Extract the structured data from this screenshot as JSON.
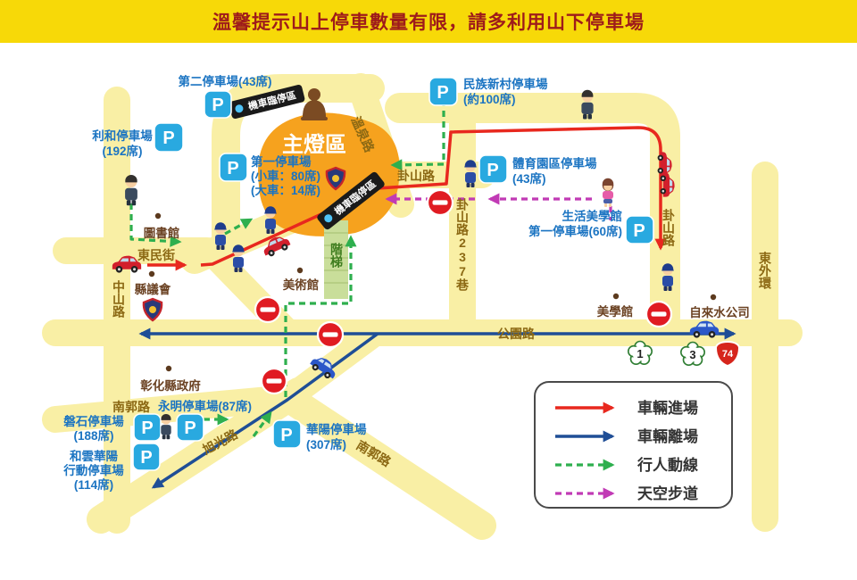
{
  "banner": {
    "text": "溫馨提示山上停車數量有限，請多利用山下停車場"
  },
  "colors": {
    "banner_bg": "#F7D908",
    "banner_text": "#9E1B1B",
    "road_yellow": "#F9EFA5",
    "main_area_orange": "#F6A21E",
    "entry_red": "#E8281E",
    "exit_blue": "#1F4E96",
    "pedestrian_green": "#2EAF4E",
    "skywalk_purple": "#C13AB5",
    "p_icon_blue": "#29A9E0",
    "parking_label_blue": "#1B74C2",
    "road_label_brown": "#8C6914",
    "place_label_brown": "#6B4223"
  },
  "legend": {
    "entry": "車輛進場",
    "exit": "車輛離場",
    "pedestrian": "行人動線",
    "skywalk": "天空步道"
  },
  "roads": {
    "zhongshan": "中山路",
    "dongmin": "東民街",
    "gongyuan": "公園路",
    "nanguo": "南郭路",
    "xuguang": "旭光路",
    "guashan": "卦山路",
    "guashan237": "卦山路237巷",
    "dongwaihuan": "東外環",
    "wenquan": "溫泉路"
  },
  "places": {
    "library": "圖書館",
    "council": "縣議會",
    "art_museum": "美術館",
    "aesthetics_hall": "美學館",
    "water_company": "自來水公司",
    "county_gov": "彰化縣政府",
    "main_area": "主燈區",
    "stairs": "階梯"
  },
  "parkings": {
    "second": {
      "line1": "第二停車場(43席)"
    },
    "lihe": {
      "line1": "利和停車場",
      "line2": "(192席)"
    },
    "first": {
      "line1": "第一停車場",
      "line2": "(小車：80席)",
      "line3": "(大車：14席)"
    },
    "minzu": {
      "line1": "民族新村停車場",
      "line2": "(約100席)"
    },
    "sports": {
      "line1": "體育園區停車場",
      "line2": "(43席)"
    },
    "aesthetics": {
      "line1": "生活美學館",
      "line2": "第一停車場(60席)"
    },
    "yongming": {
      "line1": "永明停車場(87席)"
    },
    "panshi": {
      "line1": "磐石停車場",
      "line2": "(188席)"
    },
    "heyun": {
      "line1": "和雲華陽",
      "line2": "行動停車場",
      "line3": "(114席)"
    },
    "huayang": {
      "line1": "華陽停車場",
      "line2": "(307席)"
    }
  },
  "signs": {
    "moto": "機車臨停區",
    "p_letter": "P"
  },
  "shields": {
    "s1": "1",
    "s3": "3",
    "s74": "74"
  }
}
